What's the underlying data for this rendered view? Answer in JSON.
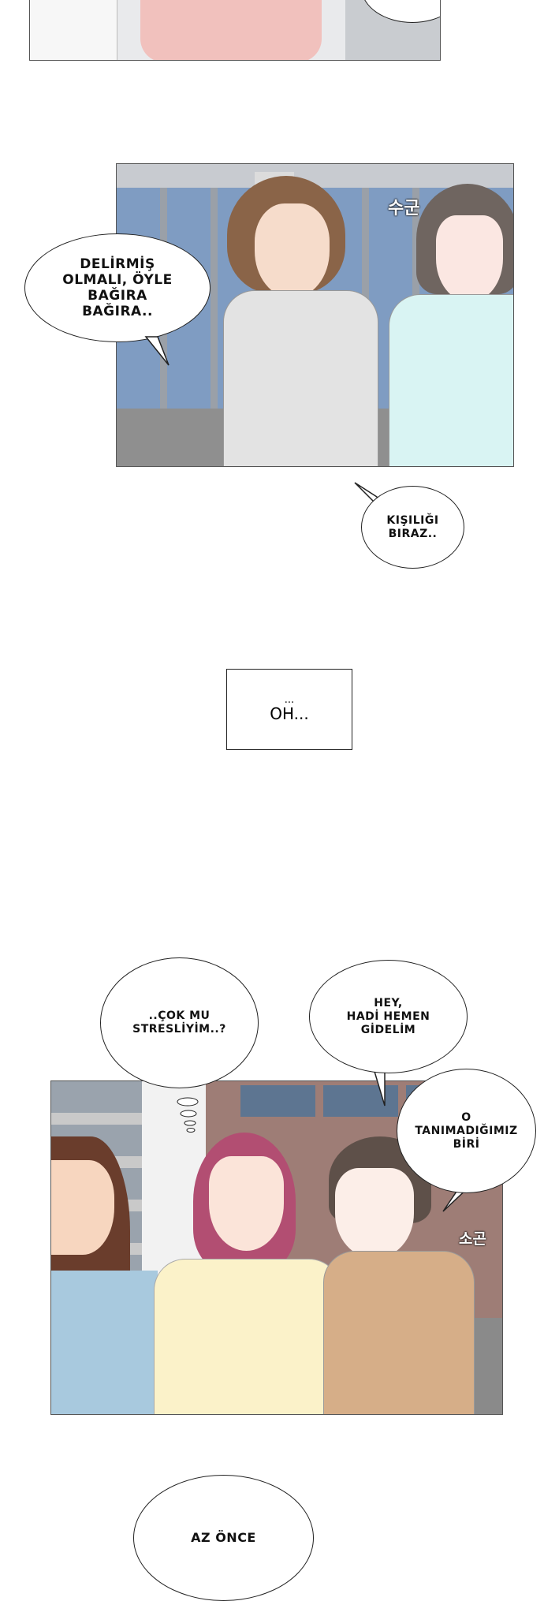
{
  "panel1": {
    "sfx": "수군"
  },
  "bubbles": {
    "delirmis": "DELİRMİŞ\nOLMALI, ÖYLE\nBAĞIRA\nBAĞIRA..",
    "kisiligi": "KIŞILIĞI\nBIRAZ..",
    "oh_dots": "...",
    "oh": "OH...",
    "cok_mu": "..ÇOK MU\nSTRESLİYİM..?",
    "hey": "HEY,\nHADİ HEMEN\nGİDELİM",
    "tanimadigimiz": "O\nTANIMADIĞIMIZ\nBİRİ",
    "az_once": "AZ ÖNCE"
  },
  "panel2": {
    "sfx": "소곤"
  },
  "colors": {
    "page_bg": "#ffffff",
    "border": "#222222"
  }
}
